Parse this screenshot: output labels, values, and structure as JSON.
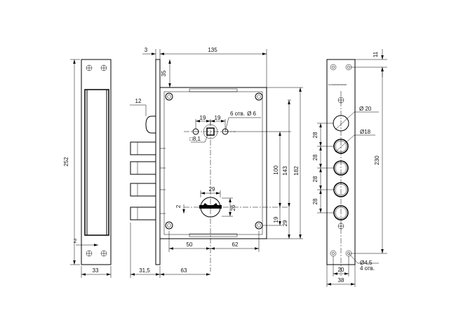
{
  "dimensions": {
    "side_height": "252",
    "side_offset": "2",
    "side_width": "33",
    "front_top_offset": "3",
    "front_case_width": "135",
    "front_top_margin": "35",
    "bolt_projection": "12",
    "spindle_left": "19",
    "spindle_right": "19",
    "screw_holes": "6 отв.",
    "screw_diameter": "Ø 6",
    "square_spindle": "□8,1",
    "keyhole_width": "29",
    "keyhole_height": "26",
    "keyhole_offset": "2",
    "height_100": "100",
    "height_143": "143",
    "height_182": "182",
    "height_19": "19",
    "height_29": "29",
    "bottom_50": "50",
    "bottom_62": "62",
    "bottom_31_5": "31,5",
    "bottom_63": "63",
    "plate_top": "11",
    "plate_height": "230",
    "hole_20": "Ø 20",
    "hole_18": "Ø18",
    "pitch_1": "28",
    "pitch_2": "28",
    "pitch_3": "28",
    "pitch_4": "28",
    "mount_hole": "Ø4,5",
    "mount_holes_count": "4 отв.",
    "plate_20": "20",
    "plate_38": "38"
  }
}
